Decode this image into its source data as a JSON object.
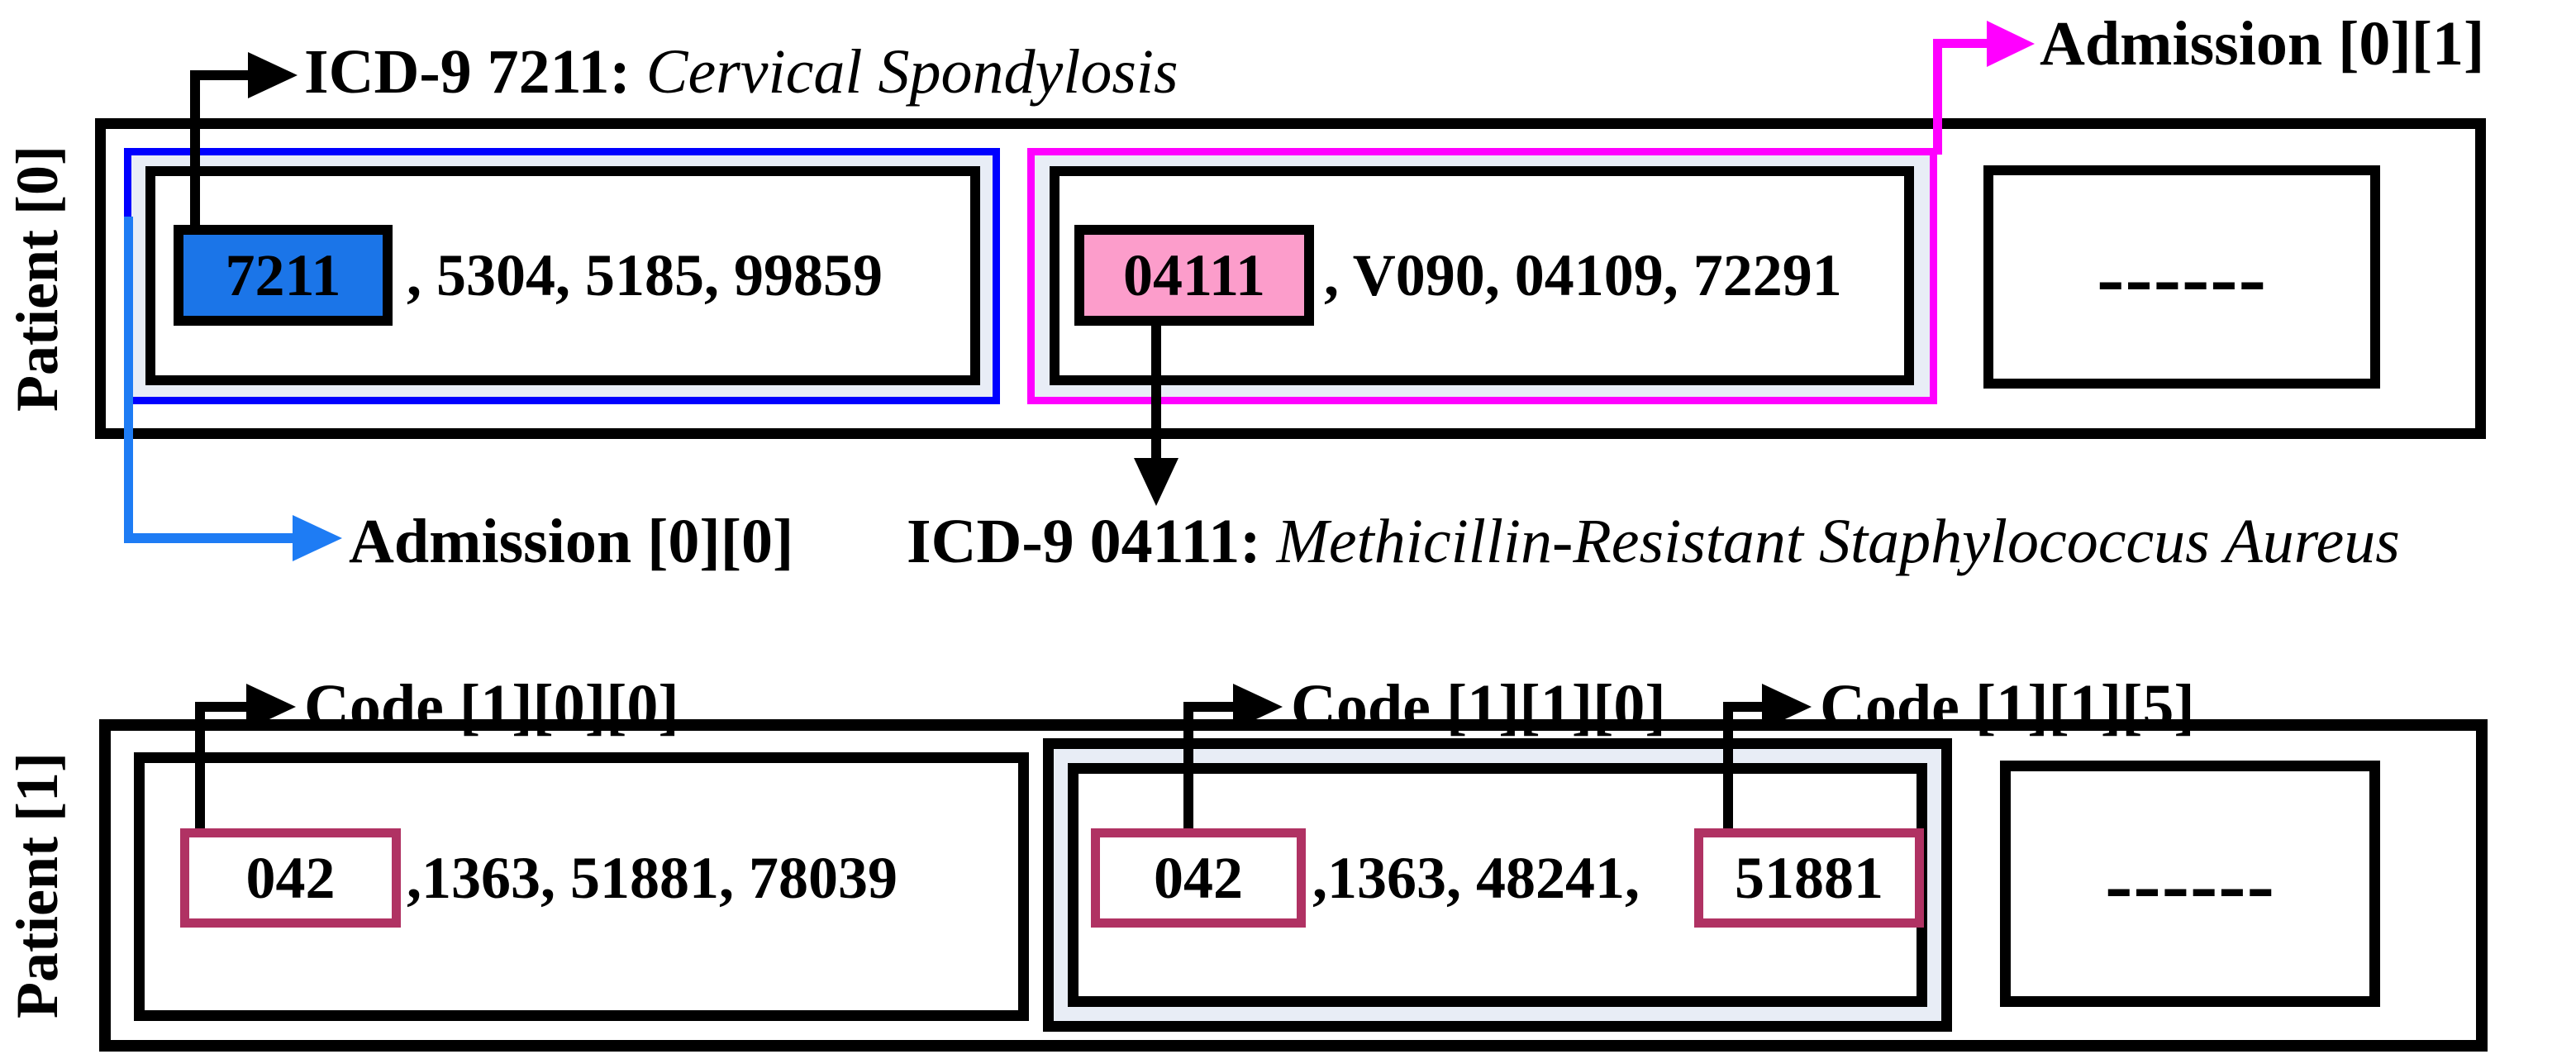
{
  "colors": {
    "blue_outline": "#0000FF",
    "blue_code_fill": "#1B75E8",
    "blue_arrow": "#1E7CF4",
    "magenta_outline": "#FF00FF",
    "pink_code_fill": "#FC9DCB",
    "maroon_code_outline": "#B03263",
    "ring_gap_fill": "#E8EDF6",
    "ink": "#000000"
  },
  "annotations": {
    "icd_7211": {
      "code_part": "ICD-9 7211: ",
      "description": "Cervical Spondylosis"
    },
    "icd_04111": {
      "code_part": "ICD-9 04111: ",
      "description": "Methicillin-Resistant Staphylococcus Aureus"
    },
    "admission_0_0": "Admission [0][0]",
    "admission_0_1": "Admission [0][1]",
    "code_1_0_0": "Code [1][0][0]",
    "code_1_1_0": "Code [1][1][0]",
    "code_1_1_5": "Code [1][1][5]"
  },
  "patient0": {
    "label": "Patient [0]",
    "admission0": {
      "highlighted_code": "7211",
      "other_codes": ", 5304, 5185, 99859"
    },
    "admission1": {
      "highlighted_code": "04111",
      "other_codes": ", V090, 04109, 72291"
    },
    "more_admissions": "------"
  },
  "patient1": {
    "label": "Patient [1]",
    "admission0": {
      "boxed_code": "042",
      "other_codes": ",1363, 51881, 78039"
    },
    "admission1": {
      "boxed_code": "042",
      "middle_codes": ",1363, 48241,",
      "boxed_code_2": "51881"
    },
    "more_admissions": "------"
  }
}
